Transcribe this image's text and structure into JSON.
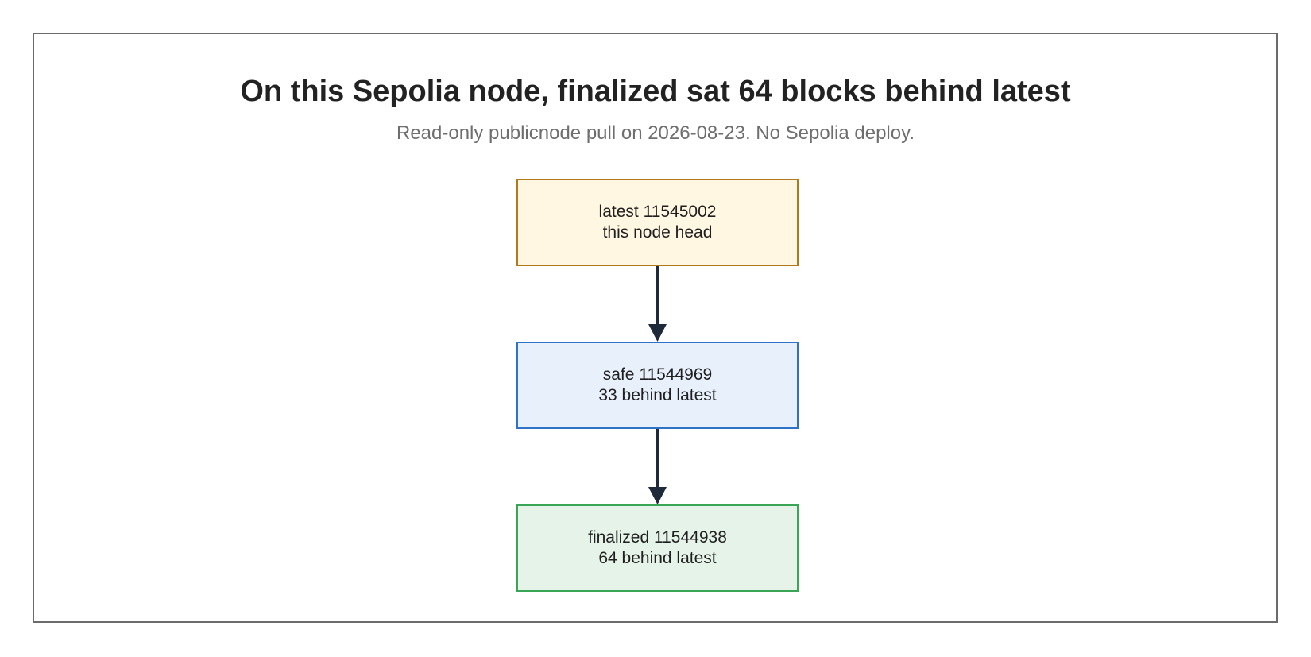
{
  "title": "On this Sepolia node, finalized sat 64 blocks behind latest",
  "subtitle": "Read-only publicnode pull on 2026-08-23. No Sepolia deploy.",
  "nodes": [
    {
      "line1": "latest 11545002",
      "line2": "this node head",
      "fill": "#fff7e1",
      "border": "#b07a1c"
    },
    {
      "line1": "safe 11544969",
      "line2": "33 behind latest",
      "fill": "#e8f0fc",
      "border": "#2f73c9"
    },
    {
      "line1": "finalized 11544938",
      "line2": "64 behind latest",
      "fill": "#e5f3e8",
      "border": "#3aa655"
    }
  ],
  "colors": {
    "frame": "#6b6b6b",
    "arrow": "#1e2a3a",
    "title": "#222222",
    "subtitle": "#6e6e6e"
  }
}
